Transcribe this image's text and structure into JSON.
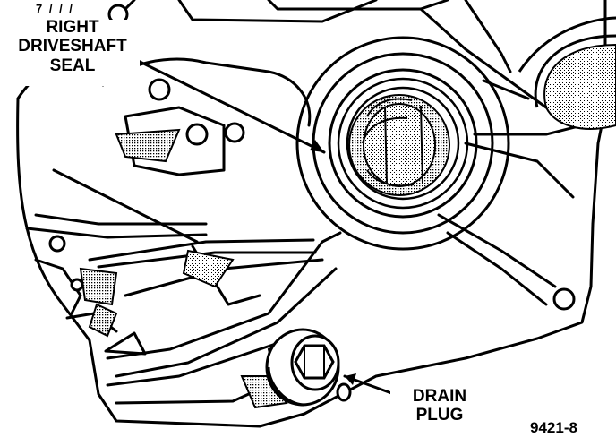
{
  "callouts": {
    "seal": {
      "line1": "RIGHT",
      "line2": "DRIVESHAFT",
      "line3": "SEAL"
    },
    "drain": {
      "line1": "DRAIN",
      "line2": "PLUG"
    }
  },
  "figure_number": "9421-8",
  "top_fragment": "7 / / /"
}
